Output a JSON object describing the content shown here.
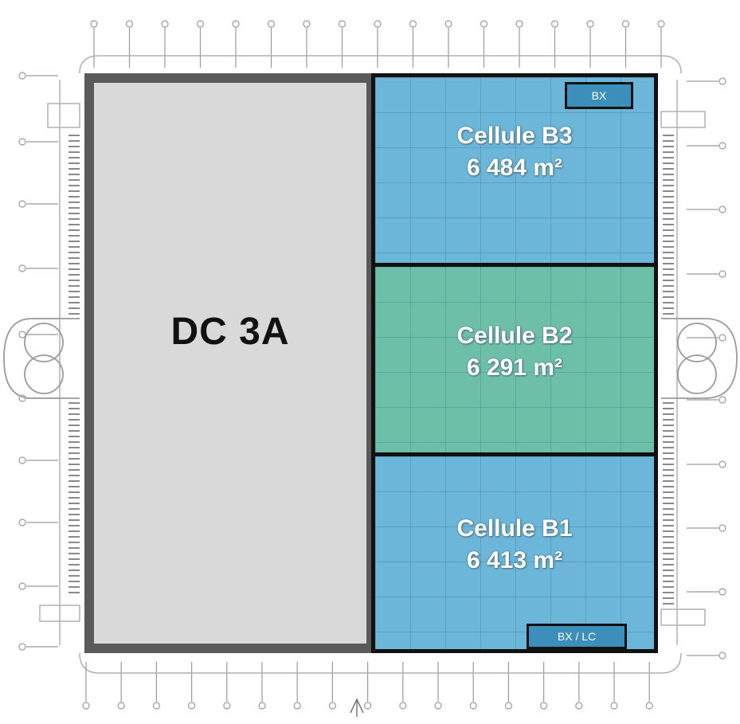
{
  "buildings": {
    "dc3a": {
      "name": "DC 3A"
    },
    "b3": {
      "name": "Cellule B3",
      "area": "6 484 m²",
      "tag": "BX"
    },
    "b2": {
      "name": "Cellule B2",
      "area": "6 291 m²"
    },
    "b1": {
      "name": "Cellule B1",
      "area": "6 413 m²",
      "tag": "BX / LC"
    }
  },
  "colors": {
    "dc3a_fill": "#d9d9d9",
    "dc3a_border": "#5a5a5a",
    "cell_blue": "#6bb6d9",
    "cell_green": "#6ebfa8",
    "tag_fill": "#3c8fba"
  }
}
